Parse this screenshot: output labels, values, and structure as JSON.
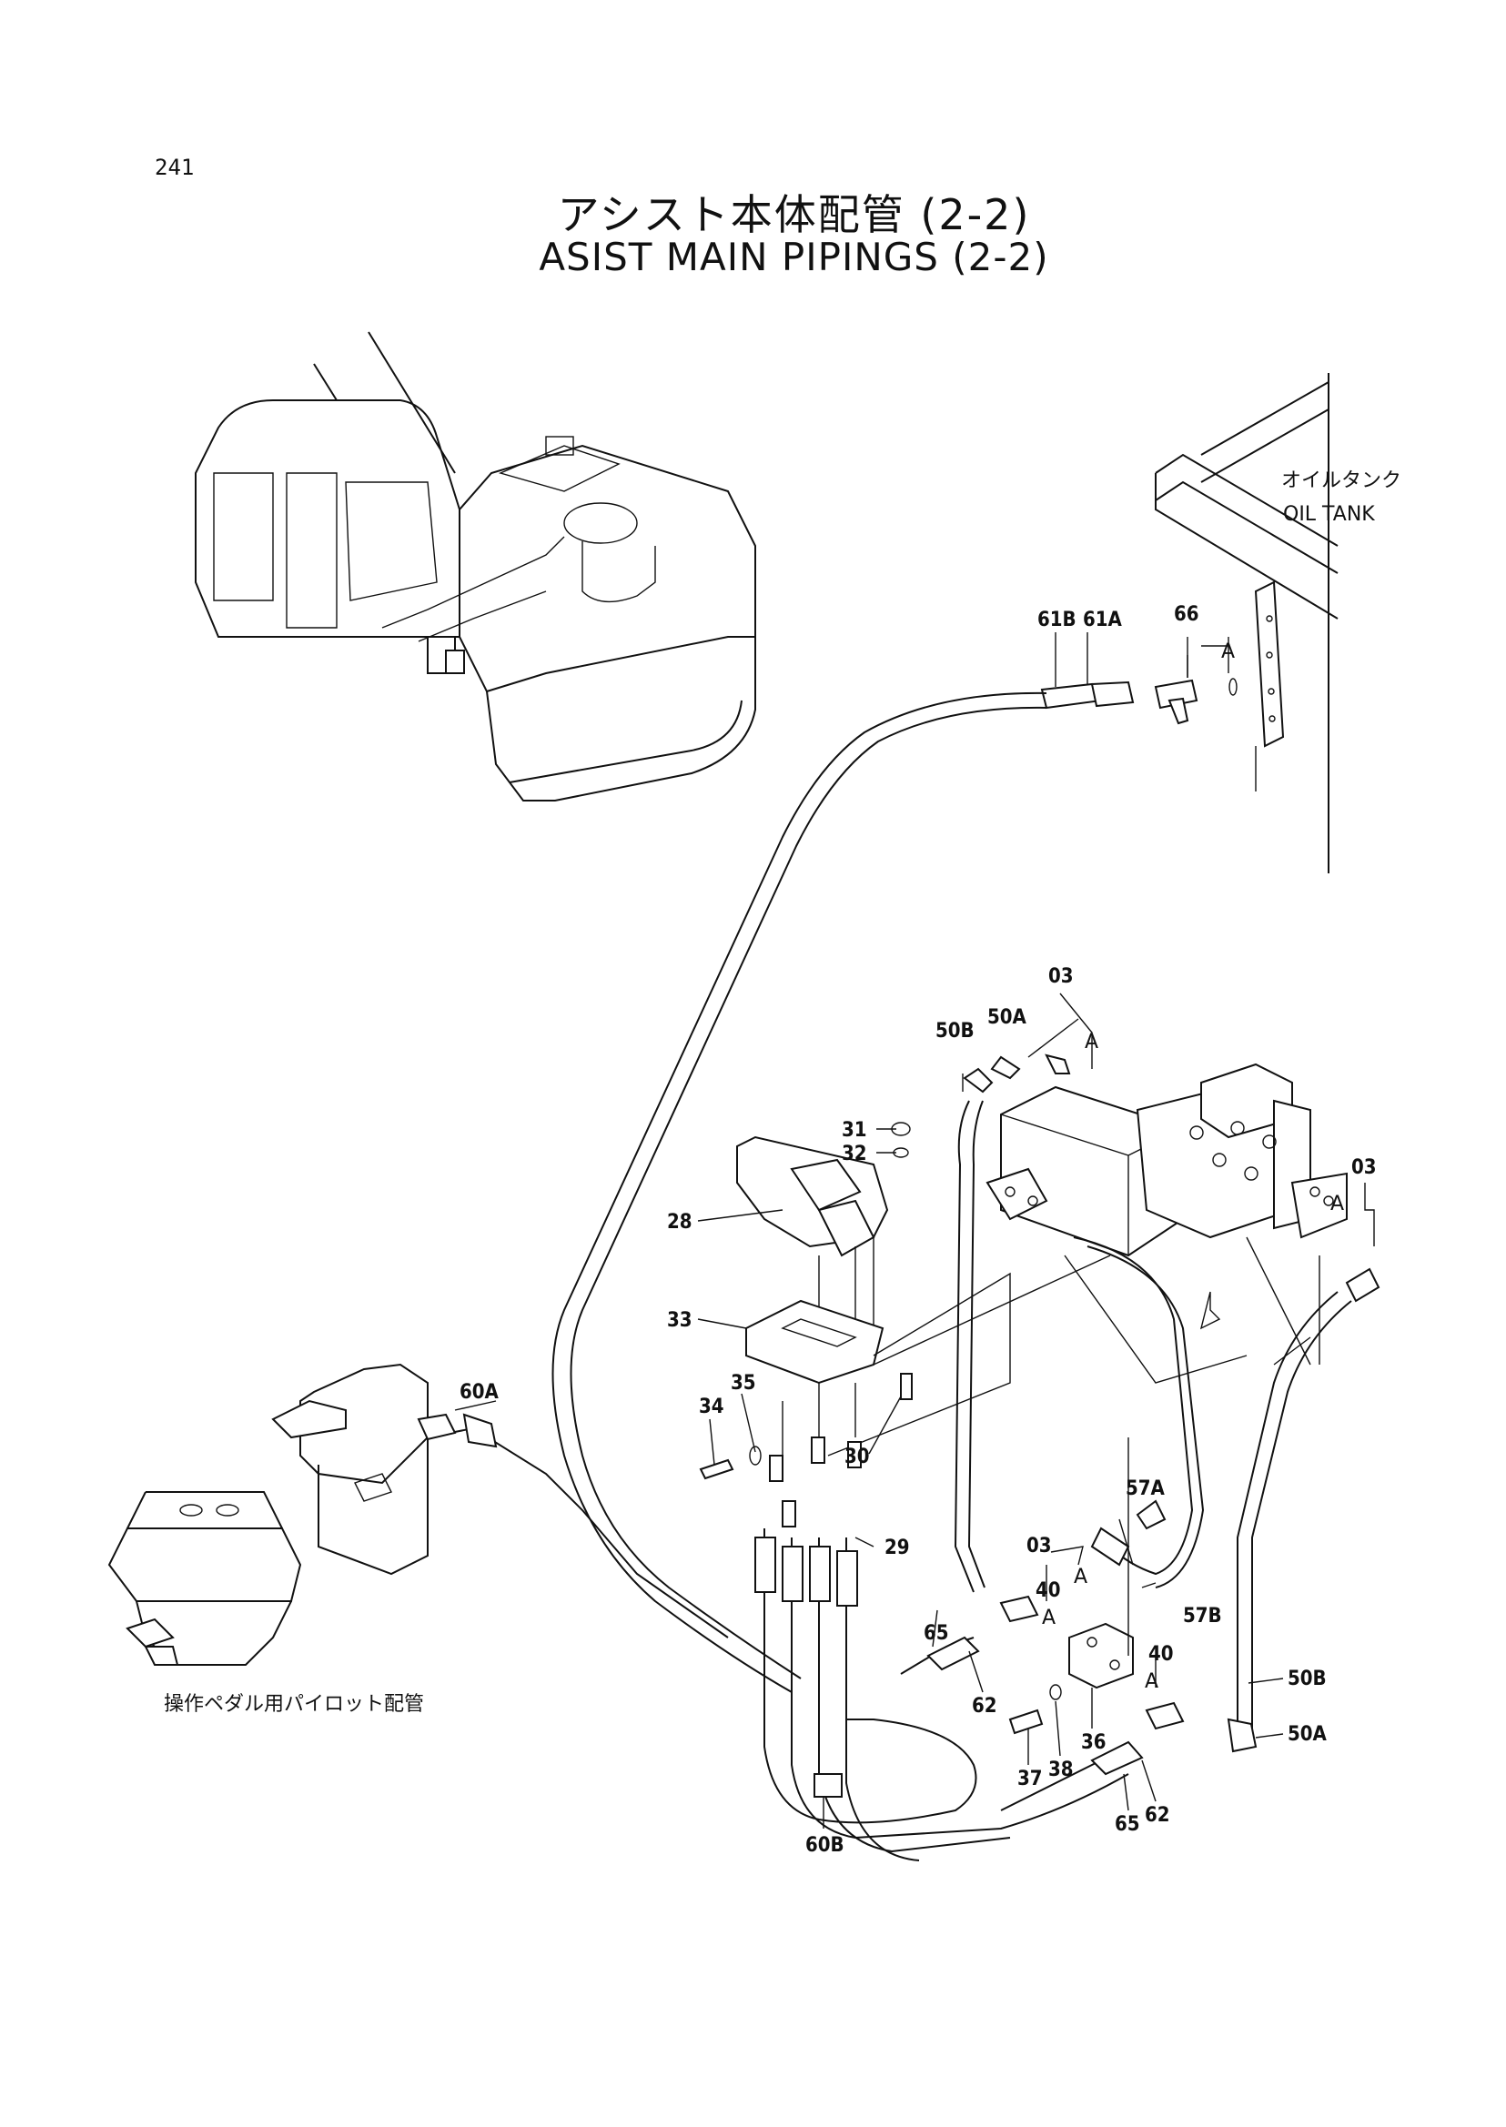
{
  "page": {
    "number": "241",
    "title_jp": "アシスト本体配管 (2-2)",
    "title_en": "ASIST MAIN PIPINGS (2-2)"
  },
  "annotations": {
    "oil_tank_jp": "オイルタンク",
    "oil_tank_en": "OIL TANK",
    "pedal_pilot_jp": "操作ペダル用パイロット配管"
  },
  "callouts": {
    "p61B": "61B",
    "p61A": "61A",
    "p66": "66",
    "a_tank": "A",
    "p03_top": "03",
    "a_top": "A",
    "p50A_top": "50A",
    "p50B_top": "50B",
    "p03_right": "03",
    "a_right": "A",
    "p31": "31",
    "p32": "32",
    "p28": "28",
    "p33": "33",
    "p35": "35",
    "p34": "34",
    "p30": "30",
    "p29": "29",
    "p60A": "60A",
    "p57A": "57A",
    "p57B": "57B",
    "p03_mid": "03",
    "a_mid": "A",
    "p40_left": "40",
    "a_40left": "A",
    "p40_right": "40",
    "a_40right": "A",
    "p65_upper": "65",
    "p62_upper": "62",
    "p36": "36",
    "p37": "37",
    "p38": "38",
    "p50B_bottom": "50B",
    "p50A_bottom": "50A",
    "p65_lower": "65",
    "p62_lower": "62",
    "p60B": "60B"
  }
}
